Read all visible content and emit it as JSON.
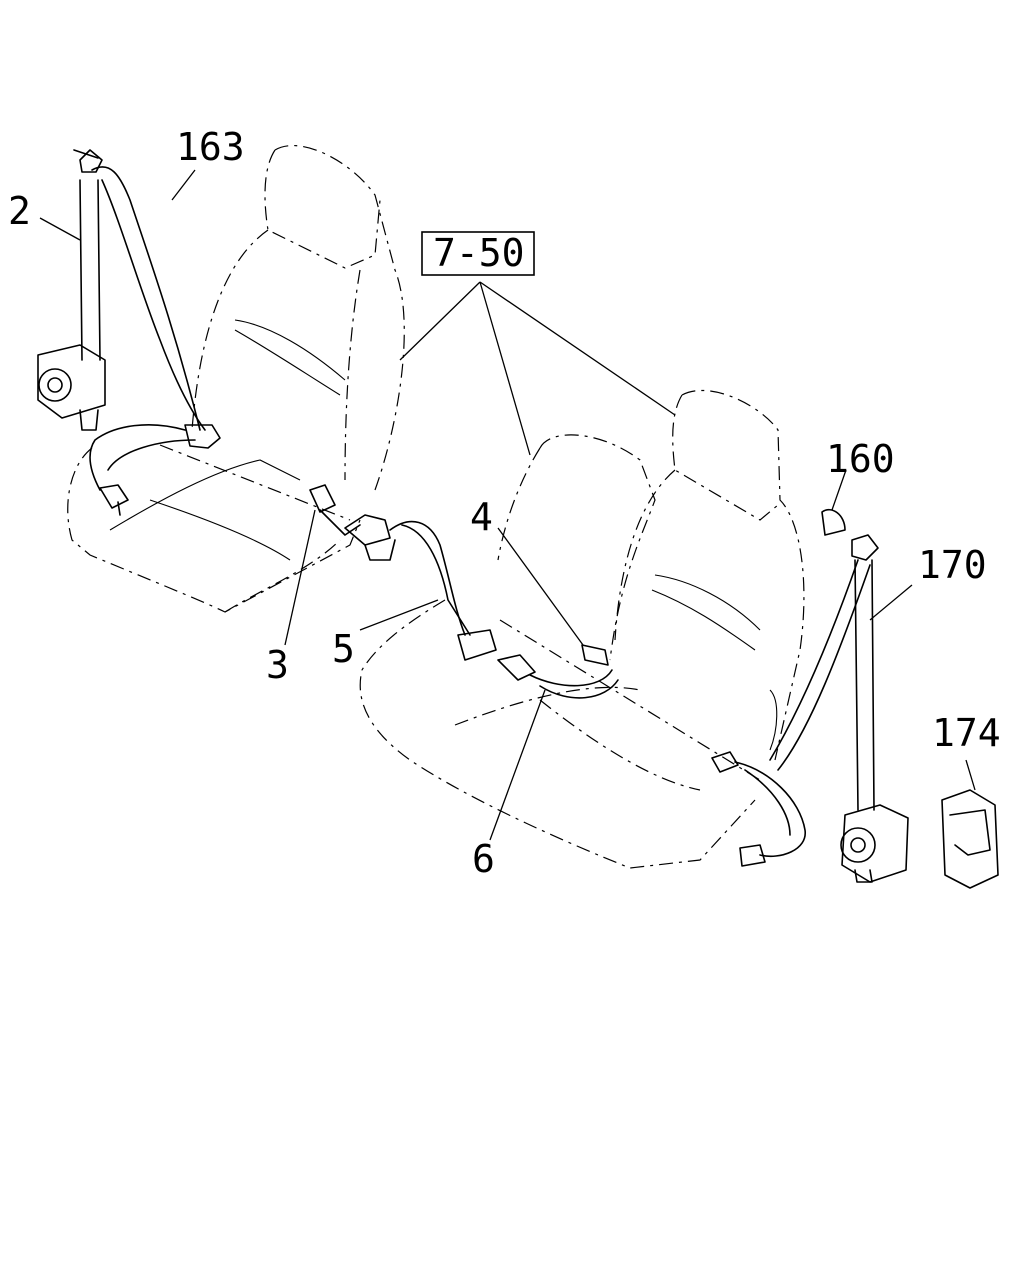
{
  "labels": {
    "p163": "163",
    "p2": "2",
    "ref": "7-50",
    "p160": "160",
    "p4": "4",
    "p170": "170",
    "p3": "3",
    "p5": "5",
    "p174": "174",
    "p6": "6"
  }
}
